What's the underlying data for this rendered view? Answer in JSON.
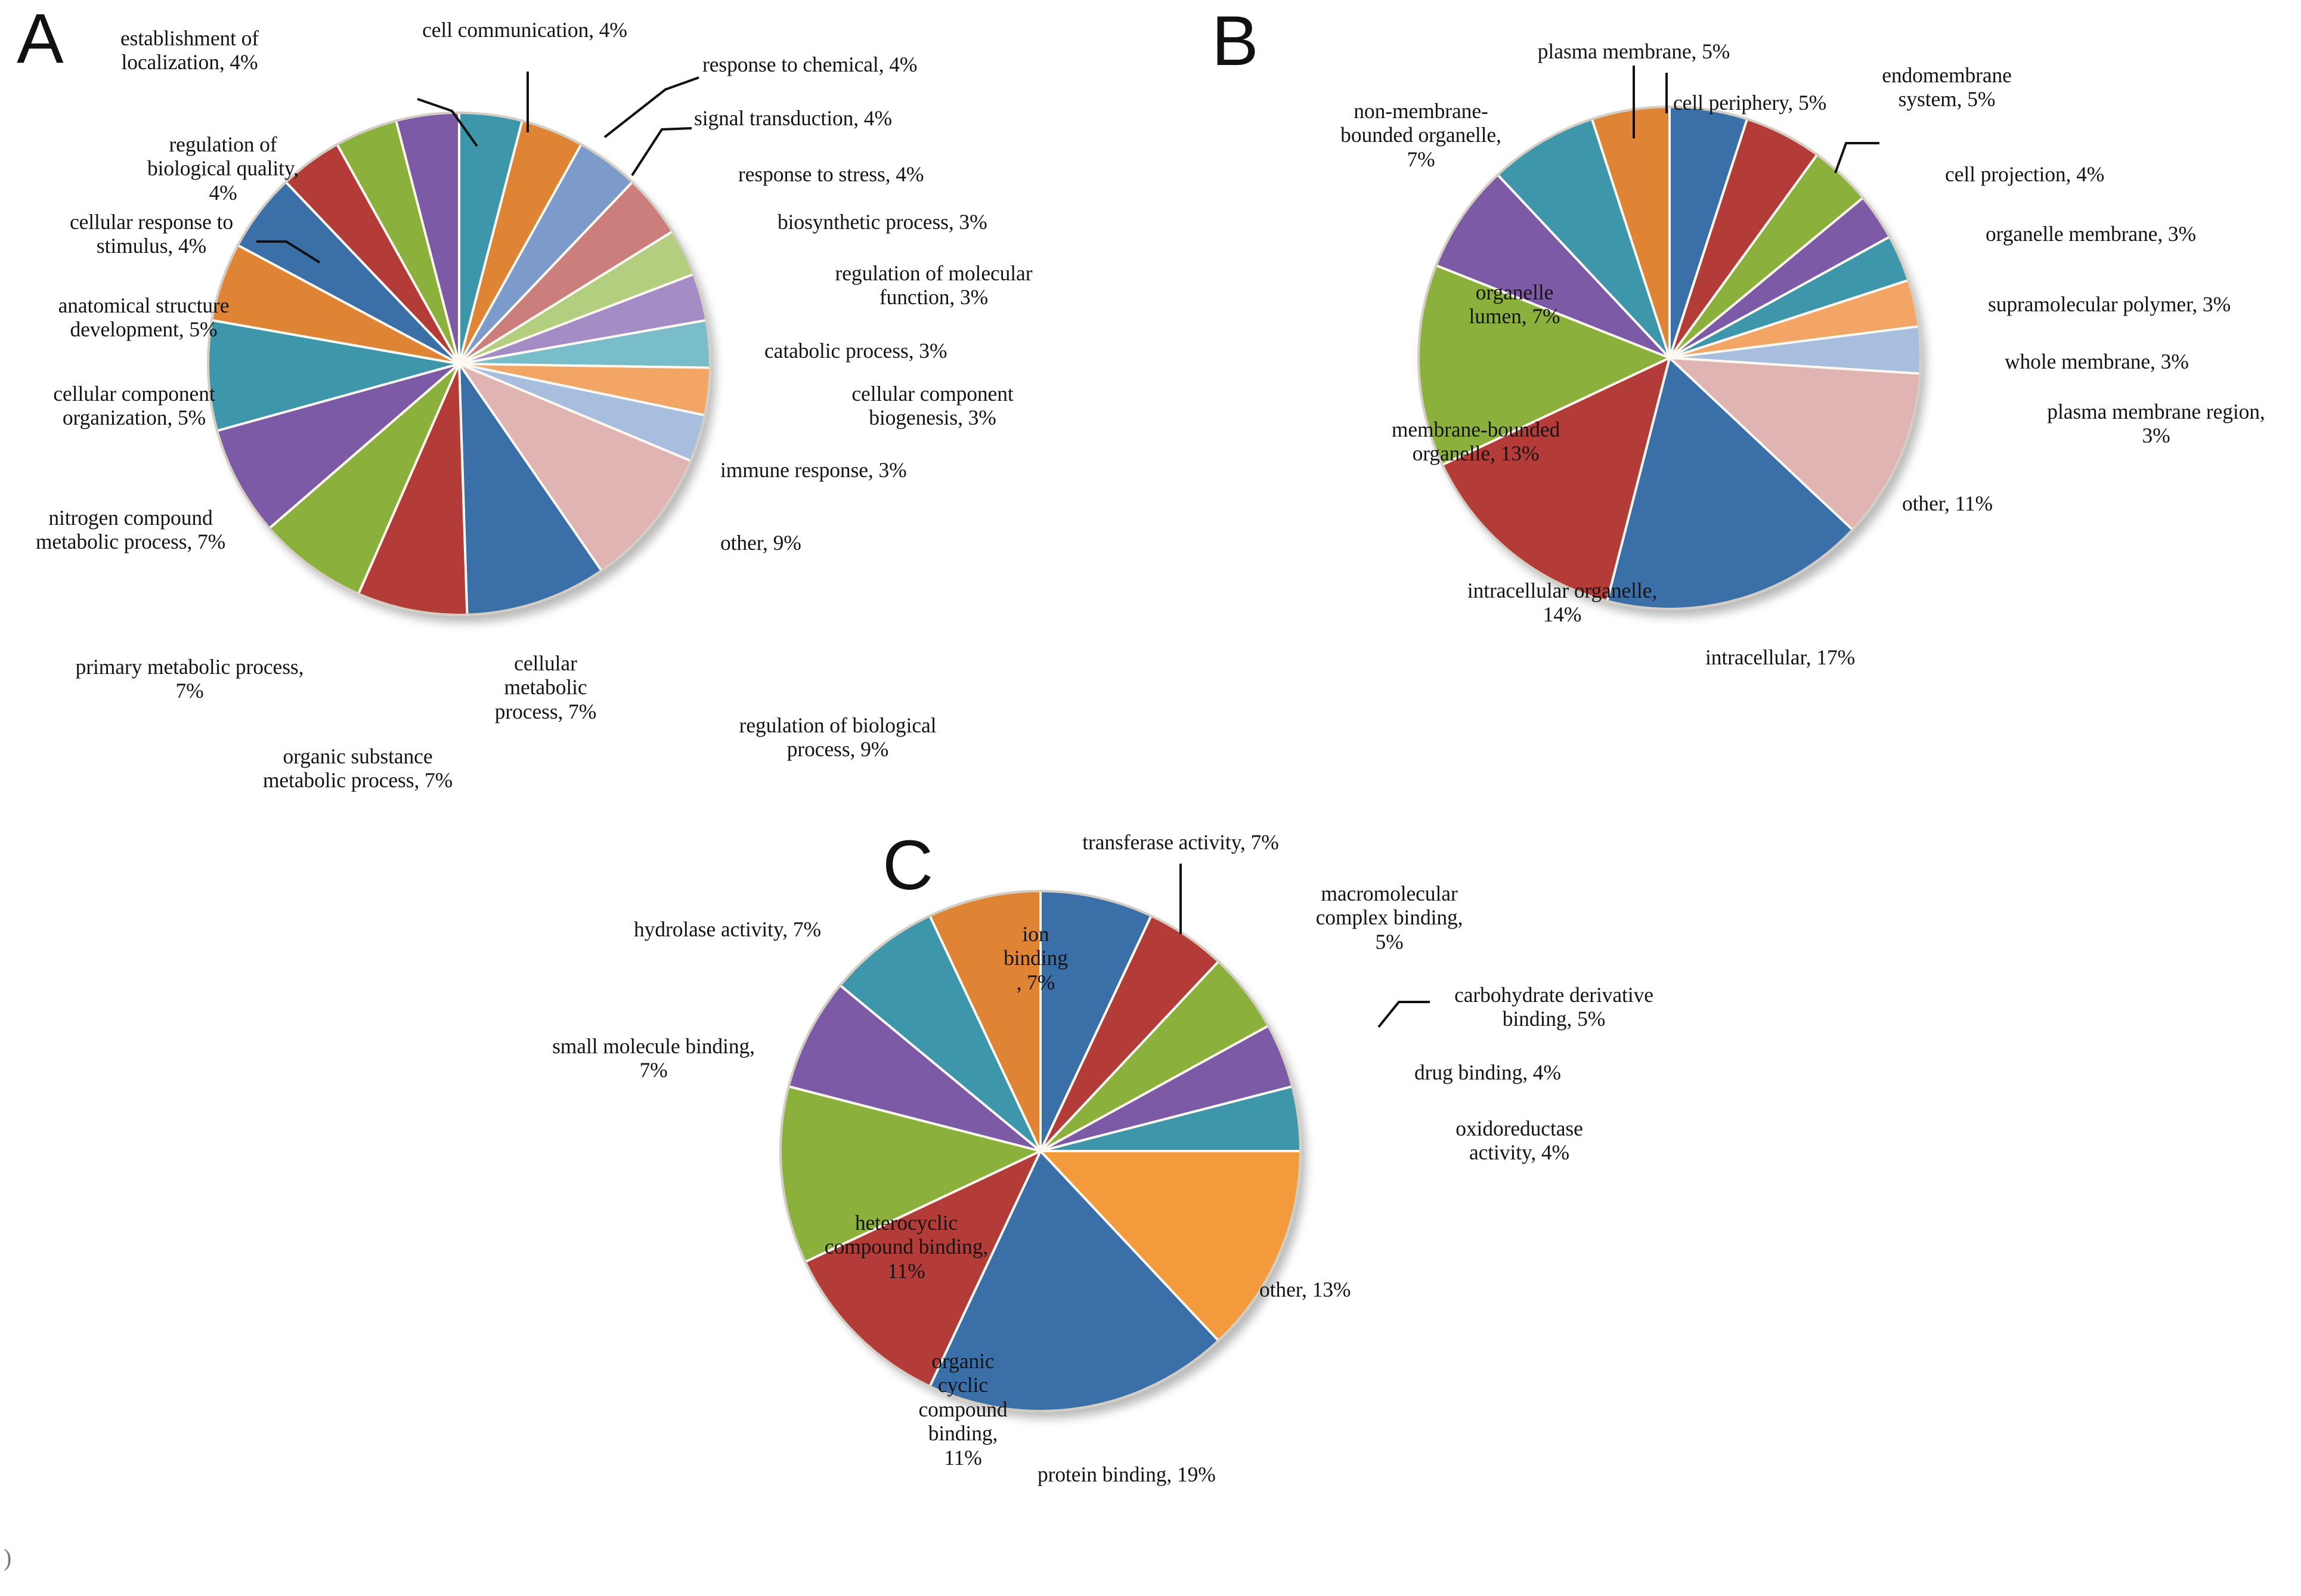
{
  "figure": {
    "panels": [
      "A",
      "B",
      "C"
    ],
    "letter_a": "A",
    "letter_b": "B",
    "letter_c": "C",
    "stray_mark": ")"
  },
  "palette": {
    "blue": "#3B6FA8",
    "red": "#B33C38",
    "green": "#8CB03C",
    "purple": "#7C5AA6",
    "teal": "#3D96AA",
    "orange": "#DE8434",
    "lightblue": "#7C9BCB",
    "rose": "#CB7E7B",
    "lightgreen": "#B3CE7E",
    "lightpurple": "#A48CC4",
    "lightteal": "#79BDCB",
    "lightorange": "#F3A566",
    "paleblue": "#A8BEDE",
    "palepink": "#E0B4B2"
  },
  "chart_data": [
    {
      "type": "pie",
      "panel": "A",
      "title": "Biological Process",
      "start_angle": 0,
      "direction": "clockwise",
      "units": "%",
      "slices": [
        {
          "label": "cell communication",
          "value": 4,
          "color": "#3D96AA",
          "display": "cell communication, 4%"
        },
        {
          "label": "response to chemical",
          "value": 4,
          "color": "#DE8434",
          "display": "response to chemical, 4%"
        },
        {
          "label": "signal transduction",
          "value": 4,
          "color": "#7C9BCB",
          "display": "signal transduction, 4%"
        },
        {
          "label": "response to stress",
          "value": 4,
          "color": "#CB7E7B",
          "display": "response to stress, 4%"
        },
        {
          "label": "biosynthetic process",
          "value": 3,
          "color": "#B3CE7E",
          "display": "biosynthetic process, 3%"
        },
        {
          "label": "regulation of molecular function",
          "value": 3,
          "color": "#A48CC4",
          "display": "regulation of molecular function, 3%"
        },
        {
          "label": "catabolic process",
          "value": 3,
          "color": "#79BDCB",
          "display": "catabolic process, 3%"
        },
        {
          "label": "cellular component biogenesis",
          "value": 3,
          "color": "#F3A566",
          "display": "cellular component biogenesis, 3%"
        },
        {
          "label": "immune response",
          "value": 3,
          "color": "#A8BEDE",
          "display": "immune response, 3%"
        },
        {
          "label": "other",
          "value": 9,
          "color": "#E0B4B2",
          "display": "other, 9%"
        },
        {
          "label": "regulation of biological process",
          "value": 9,
          "color": "#3B6FA8",
          "display": "regulation of biological process, 9%"
        },
        {
          "label": "cellular metabolic process",
          "value": 7,
          "color": "#B33C38",
          "display": "cellular metabolic process, 7%"
        },
        {
          "label": "organic substance metabolic process",
          "value": 7,
          "color": "#8CB03C",
          "display": "organic substance metabolic process, 7%"
        },
        {
          "label": "primary metabolic process",
          "value": 7,
          "color": "#7C5AA6",
          "display": "primary metabolic process, 7%"
        },
        {
          "label": "nitrogen compound metabolic process",
          "value": 7,
          "color": "#3D96AA",
          "display": "nitrogen compound metabolic process, 7%"
        },
        {
          "label": "cellular component organization",
          "value": 5,
          "color": "#DE8434",
          "display": "cellular component organization, 5%"
        },
        {
          "label": "anatomical structure development",
          "value": 5,
          "color": "#3B6FA8",
          "display": "anatomical structure development, 5%"
        },
        {
          "label": "cellular response to stimulus",
          "value": 4,
          "color": "#B33C38",
          "display": "cellular response to stimulus, 4%"
        },
        {
          "label": "regulation of biological quality",
          "value": 4,
          "color": "#8CB03C",
          "display": "regulation of biological quality, 4%"
        },
        {
          "label": "establishment of localization",
          "value": 4,
          "color": "#7C5AA6",
          "display": "establishment of localization, 4%"
        }
      ]
    },
    {
      "type": "pie",
      "panel": "B",
      "title": "Cellular Component",
      "start_angle": 0,
      "direction": "clockwise",
      "units": "%",
      "slices": [
        {
          "label": "cell periphery",
          "value": 5,
          "color": "#3B6FA8",
          "display": "cell periphery, 5%"
        },
        {
          "label": "endomembrane system",
          "value": 5,
          "color": "#B33C38",
          "display": "endomembrane system, 5%"
        },
        {
          "label": "cell projection",
          "value": 4,
          "color": "#8CB03C",
          "display": "cell projection, 4%"
        },
        {
          "label": "organelle membrane",
          "value": 3,
          "color": "#7C5AA6",
          "display": "organelle membrane, 3%"
        },
        {
          "label": "supramolecular polymer",
          "value": 3,
          "color": "#3D96AA",
          "display": "supramolecular polymer, 3%"
        },
        {
          "label": "whole membrane",
          "value": 3,
          "color": "#F3A566",
          "display": "whole membrane, 3%"
        },
        {
          "label": "plasma membrane region",
          "value": 3,
          "color": "#A8BEDE",
          "display": "plasma membrane region, 3%"
        },
        {
          "label": "other",
          "value": 11,
          "color": "#E0B4B2",
          "display": "other, 11%"
        },
        {
          "label": "intracellular",
          "value": 17,
          "color": "#3B6FA8",
          "display": "intracellular, 17%"
        },
        {
          "label": "intracellular organelle",
          "value": 14,
          "color": "#B33C38",
          "display": "intracellular organelle, 14%"
        },
        {
          "label": "membrane-bounded organelle",
          "value": 13,
          "color": "#8CB03C",
          "display": "membrane-bounded organelle, 13%"
        },
        {
          "label": "organelle lumen",
          "value": 7,
          "color": "#7C5AA6",
          "display": "organelle lumen, 7%"
        },
        {
          "label": "non-membrane-bounded organelle",
          "value": 7,
          "color": "#3D96AA",
          "display": "non-membrane-bounded organelle, 7%"
        },
        {
          "label": "plasma membrane",
          "value": 5,
          "color": "#DE8434",
          "display": "plasma membrane, 5%"
        }
      ]
    },
    {
      "type": "pie",
      "panel": "C",
      "title": "Molecular Function",
      "start_angle": 0,
      "direction": "clockwise",
      "units": "%",
      "slices": [
        {
          "label": "transferase activity",
          "value": 7,
          "color": "#3B6FA8",
          "display": "transferase activity, 7%"
        },
        {
          "label": "macromolecular complex binding",
          "value": 5,
          "color": "#B33C38",
          "display": "macromolecular complex binding, 5%"
        },
        {
          "label": "carbohydrate derivative binding",
          "value": 5,
          "color": "#8CB03C",
          "display": "carbohydrate derivative binding, 5%"
        },
        {
          "label": "drug binding",
          "value": 4,
          "color": "#7C5AA6",
          "display": "drug binding, 4%"
        },
        {
          "label": "oxidoreductase activity",
          "value": 4,
          "color": "#3D96AA",
          "display": "oxidoreductase activity, 4%"
        },
        {
          "label": "other",
          "value": 13,
          "color": "#F39B3C",
          "display": "other, 13%"
        },
        {
          "label": "protein binding",
          "value": 19,
          "color": "#3B6FA8",
          "display": "protein binding, 19%"
        },
        {
          "label": "organic cyclic compound binding",
          "value": 11,
          "color": "#B33C38",
          "display": "organic cyclic compound binding, 11%"
        },
        {
          "label": "heterocyclic compound binding",
          "value": 11,
          "color": "#8CB03C",
          "display": "heterocyclic compound binding, 11%"
        },
        {
          "label": "small molecule binding",
          "value": 7,
          "color": "#7C5AA6",
          "display": "small molecule binding, 7%"
        },
        {
          "label": "hydrolase activity",
          "value": 7,
          "color": "#3D96AA",
          "display": "hydrolase activity, 7%"
        },
        {
          "label": "ion binding",
          "value": 7,
          "color": "#DE8434",
          "display": "ion binding, 7%"
        }
      ]
    }
  ],
  "labels": {
    "A": {
      "establishment_of_localization": "establishment of\nlocalization, 4%",
      "cell_communication": "cell communication, 4%",
      "response_to_chemical": "response to chemical, 4%",
      "signal_transduction": "signal transduction, 4%",
      "response_to_stress": "response to stress, 4%",
      "biosynthetic_process": "biosynthetic process, 3%",
      "regulation_of_molecular_function": "regulation of molecular\nfunction, 3%",
      "catabolic_process": "catabolic process, 3%",
      "cellular_component_biogenesis": "cellular component\nbiogenesis, 3%",
      "immune_response": "immune response, 3%",
      "other": "other, 9%",
      "regulation_of_biological_process": "regulation of biological\nprocess, 9%",
      "cellular_metabolic_process": "cellular\nmetabolic\nprocess, 7%",
      "organic_substance_metabolic_process": "organic substance\nmetabolic process, 7%",
      "primary_metabolic_process": "primary metabolic process,\n7%",
      "nitrogen_compound_metabolic_process": "nitrogen compound\nmetabolic process, 7%",
      "cellular_component_organization": "cellular component\norganization, 5%",
      "anatomical_structure_development": "anatomical structure\ndevelopment, 5%",
      "cellular_response_to_stimulus": "cellular response to\nstimulus, 4%",
      "regulation_of_biological_quality": "regulation of\nbiological quality,\n4%"
    },
    "B": {
      "plasma_membrane": "plasma membrane,  5%",
      "cell_periphery": "cell periphery,  5%",
      "endomembrane_system": "endomembrane\nsystem,  5%",
      "cell_projection": "cell projection, 4%",
      "organelle_membrane": "organelle membrane, 3%",
      "supramolecular_polymer": "supramolecular polymer, 3%",
      "whole_membrane": "whole membrane, 3%",
      "plasma_membrane_region": "plasma membrane region,\n3%",
      "other": "other, 11%",
      "intracellular": "intracellular, 17%",
      "intracellular_organelle": "intracellular organelle,\n14%",
      "membrane_bounded_organelle": "membrane-bounded\norganelle, 13%",
      "organelle_lumen": "organelle\nlumen, 7%",
      "non_membrane_bounded_organelle": "non-membrane-\nbounded organelle,\n7%"
    },
    "C": {
      "transferase_activity": "transferase activity,  7%",
      "macromolecular_complex_binding": "macromolecular\ncomplex binding,\n5%",
      "carbohydrate_derivative_binding": "carbohydrate  derivative\nbinding, 5%",
      "drug_binding": "drug binding, 4%",
      "oxidoreductase_activity": "oxidoreductase\nactivity, 4%",
      "other": "other, 13%",
      "protein_binding": "protein binding,  19%",
      "organic_cyclic_compound_binding": "organic\ncyclic\ncompound\nbinding,\n11%",
      "heterocyclic_compound_binding": "heterocyclic\ncompound binding,\n11%",
      "small_molecule_binding": "small molecule binding,\n7%",
      "hydrolase_activity": "hydrolase activity,  7%",
      "ion_binding": "ion\nbinding\n,  7%"
    }
  }
}
